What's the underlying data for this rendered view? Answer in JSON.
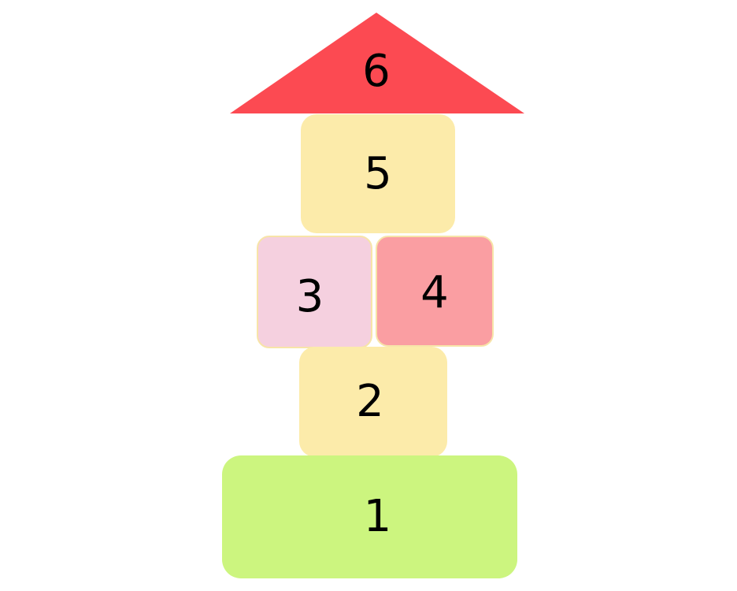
{
  "blocks": {
    "b1": {
      "label": "1",
      "color": "#ccf57f"
    },
    "b2": {
      "label": "2",
      "color": "#fcebaa"
    },
    "b3": {
      "label": "3",
      "color": "#f5d0df"
    },
    "b4": {
      "label": "4",
      "color": "#fa9ea2"
    },
    "b5": {
      "label": "5",
      "color": "#fcebaa"
    },
    "b6": {
      "label": "6",
      "color": "#fc4a52",
      "shape": "triangle"
    }
  },
  "edge_color": "#f7e4a8"
}
